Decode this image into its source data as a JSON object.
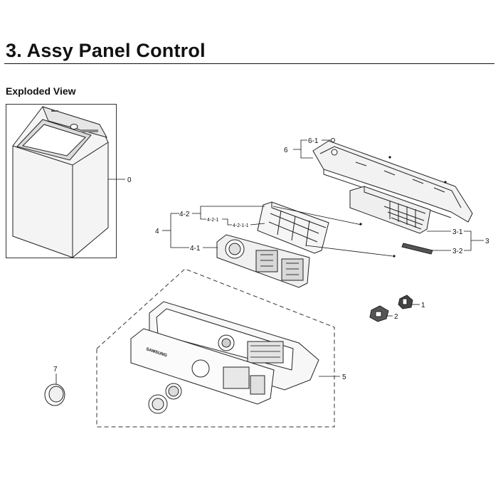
{
  "header": {
    "title": "3.  Assy Panel Control",
    "subtitle": "Exploded View"
  },
  "brand_mark": "SAMSUNG",
  "callouts": {
    "c0": "0",
    "c1": "1",
    "c2": "2",
    "c3": "3",
    "c3_1": "3-1",
    "c3_2": "3-2",
    "c4": "4",
    "c4_1": "4-1",
    "c4_2": "4-2",
    "c4_2_1": "4-2-1",
    "c4_2_1_1": "4-2-1-1",
    "c5": "5",
    "c6": "6",
    "c6_1": "6-1",
    "c7": "7"
  }
}
